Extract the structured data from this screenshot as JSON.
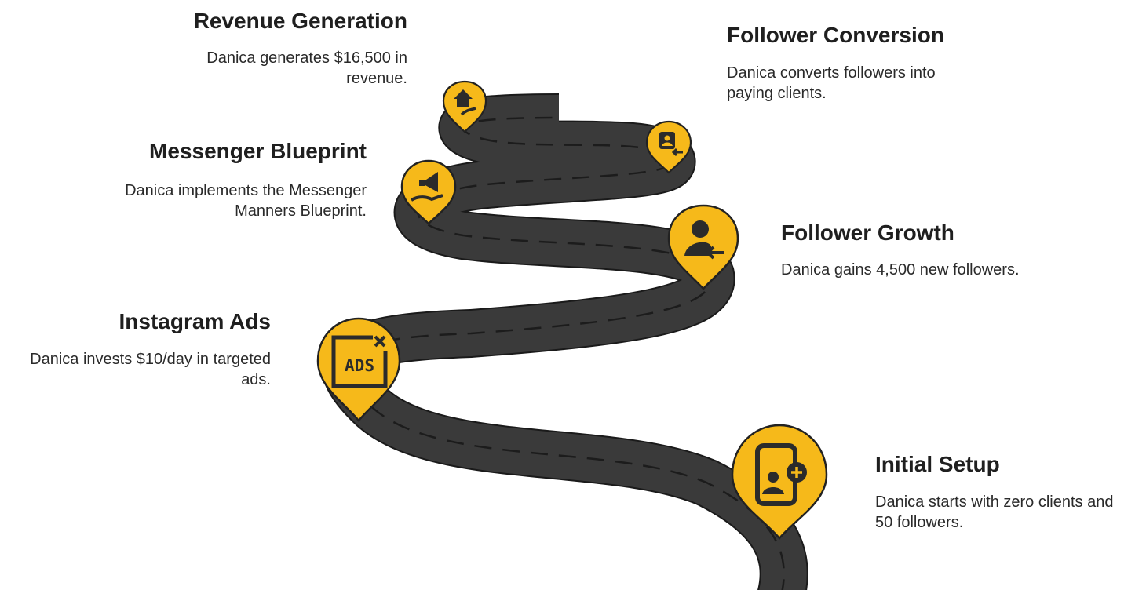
{
  "colors": {
    "road": "#3a3a3a",
    "road_edge": "#1a1a1a",
    "lane": "#1c1c1c",
    "marker": "#f6b91a",
    "marker_outline": "#222222",
    "icon": "#2b2b2b",
    "text": "#1f1f1f"
  },
  "steps": [
    {
      "id": "revenue",
      "title": "Revenue Generation",
      "desc": "Danica generates $16,500 in revenue.",
      "icon": "house-hand-icon"
    },
    {
      "id": "conversion",
      "title": "Follower Conversion",
      "desc": "Danica converts followers into paying clients.",
      "icon": "contact-arrow-icon"
    },
    {
      "id": "messenger",
      "title": "Messenger Blueprint",
      "desc": "Danica implements the Messenger Manners Blueprint.",
      "icon": "megaphone-hand-icon"
    },
    {
      "id": "growth",
      "title": "Follower Growth",
      "desc": "Danica gains 4,500 new followers.",
      "icon": "user-arrow-icon"
    },
    {
      "id": "ads",
      "title": "Instagram Ads",
      "desc": "Danica invests $10/day in targeted ads.",
      "icon": "ads-icon"
    },
    {
      "id": "setup",
      "title": "Initial Setup",
      "desc": "Danica starts with zero clients and 50 followers.",
      "icon": "phone-add-user-icon"
    }
  ],
  "ads_icon_text": "ADS"
}
